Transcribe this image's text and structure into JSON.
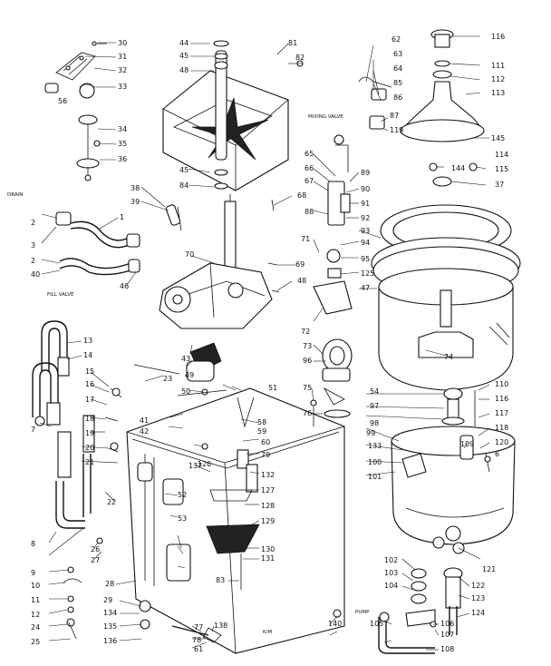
{
  "diagram": {
    "callouts": [
      "30",
      "31",
      "32",
      "33",
      "56",
      "34",
      "35",
      "36",
      "44",
      "45",
      "48",
      "81",
      "82",
      "62",
      "63",
      "64",
      "85",
      "86",
      "87",
      "119",
      "116",
      "111",
      "112",
      "113",
      "145",
      "114",
      "144",
      "115",
      "37",
      "38",
      "39",
      "1",
      "2",
      "3",
      "2",
      "40",
      "46",
      "45",
      "84",
      "65",
      "66",
      "67",
      "68",
      "88",
      "89",
      "90",
      "91",
      "92",
      "93",
      "94",
      "95",
      "125",
      "47",
      "48",
      "70",
      "69",
      "71",
      "72",
      "73",
      "96",
      "74",
      "75",
      "76",
      "13",
      "14",
      "15",
      "16",
      "17",
      "18",
      "19",
      "20",
      "21",
      "22",
      "23",
      "41",
      "42",
      "43",
      "49",
      "50",
      "51",
      "58",
      "59",
      "60",
      "79",
      "132",
      "127",
      "128",
      "129",
      "130",
      "131",
      "83",
      "126",
      "52",
      "53",
      "54",
      "97",
      "98",
      "99",
      "133",
      "100",
      "101",
      "102",
      "103",
      "104",
      "105",
      "106",
      "107",
      "108",
      "109",
      "110",
      "116",
      "117",
      "118",
      "120",
      "121",
      "122",
      "123",
      "124",
      "6",
      "7",
      "8",
      "9",
      "10",
      "11",
      "12",
      "24",
      "25",
      "26",
      "27",
      "28",
      "29",
      "134",
      "135",
      "136",
      "137",
      "138",
      "77",
      "78",
      "61",
      "140"
    ],
    "captions": {
      "drain": "DRAIN",
      "mixing_valve": "MIXING VALVE",
      "fill_valve": "FILL VALVE",
      "pump": "PUMP",
      "corner_mark": "K/M"
    }
  }
}
